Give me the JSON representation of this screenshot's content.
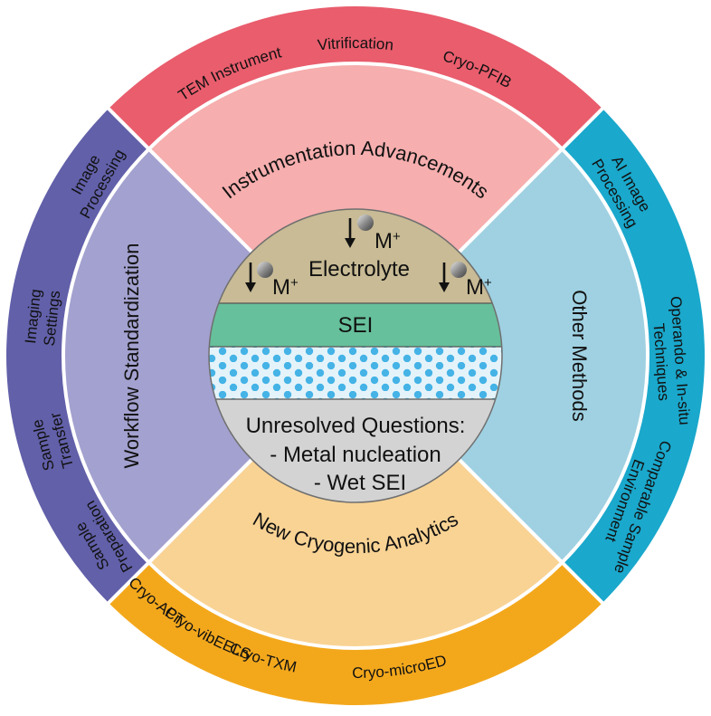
{
  "colors": {
    "outer_top": "#e95d6d",
    "outer_right": "#1aa8cc",
    "outer_bottom": "#f3a81c",
    "outer_left": "#6260a9",
    "mid_top": "#f6aeae",
    "mid_right": "#9fd1e2",
    "mid_bottom": "#f9d394",
    "mid_left": "#a3a1cf",
    "core_electrolyte": "#c8bb95",
    "core_sei": "#66c09b",
    "core_dots_bg": "#e4f3fa",
    "core_dots": "#45b3e6",
    "core_bottom": "#d3d3d3",
    "divider": "#ffffff",
    "outline": "#6f6f6f"
  },
  "outer_ring": {
    "top": [
      "TEM Instrument",
      "Vitrification",
      "Cryo-PFIB"
    ],
    "right": [
      "AI Image\nProcessing",
      "Operando & In-situ\nTechniques",
      "Comparable Sample\nEnvironment"
    ],
    "bottom": [
      "Cryo-vibEELS",
      "Cryo-microED",
      "Cryo-TXM",
      "Cryo-APT"
    ],
    "left": [
      "Image\nProcessing",
      "Imaging\nSettings",
      "Sample\nTransfer",
      "Sample\nPreparation"
    ]
  },
  "middle_ring": {
    "top": "Instrumentation Advancements",
    "right": "Other Methods",
    "bottom": "New Cryogenic Analytics",
    "left": "Workflow Standardization"
  },
  "core": {
    "electrolyte": "Electrolyte",
    "ion": "M",
    "ion_charge": "+",
    "sei": "SEI",
    "questions_title": "Unresolved Questions:",
    "question_1": "- Metal nucleation",
    "question_2": "- Wet SEI"
  }
}
